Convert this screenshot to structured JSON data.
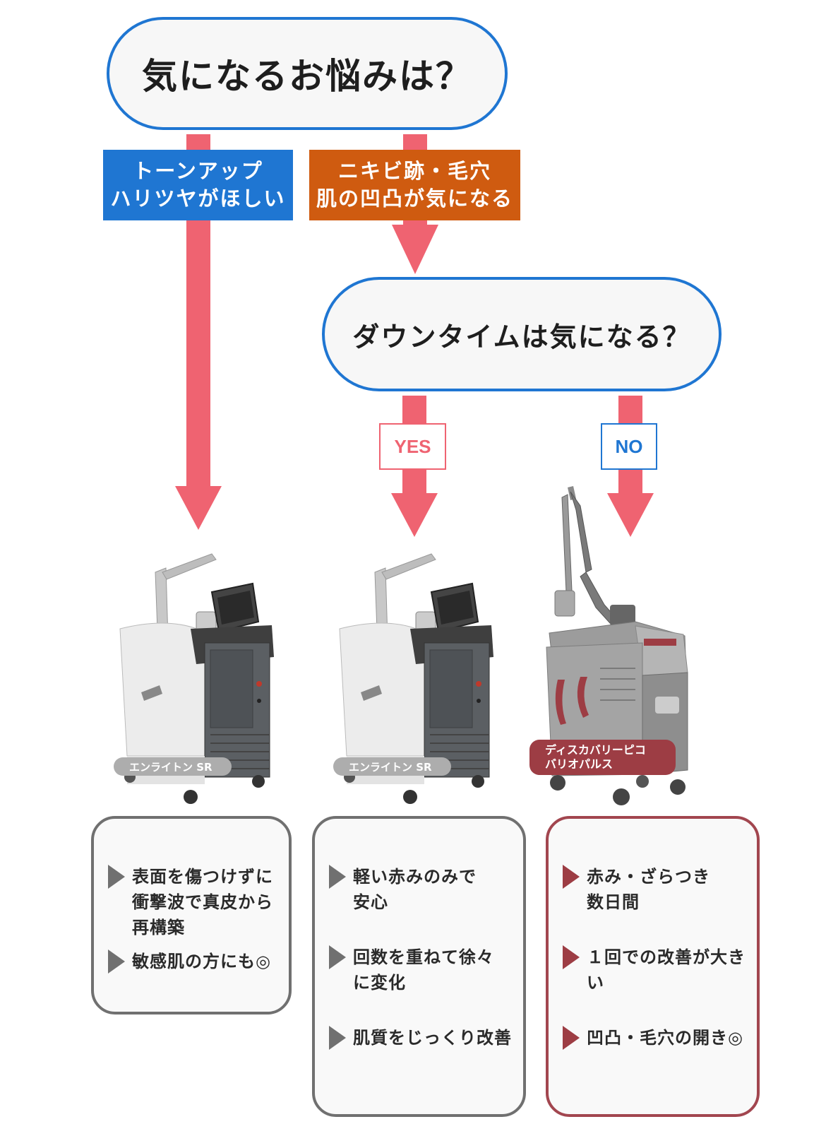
{
  "question_1": "気になるお悩みは？",
  "question_2": "ダウンタイムは気になる？",
  "branch_a": {
    "line1": "トーンアップ",
    "line2": "ハリツヤがほしい",
    "color": "#1f76d2"
  },
  "branch_b": {
    "line1": "ニキビ跡・毛穴",
    "line2": "肌の凹凸が気になる",
    "color": "#cf5b10"
  },
  "yes_label": "YES",
  "no_label": "NO",
  "arrow_color": "#ef6371",
  "machines": [
    {
      "name": "エンライトン SR"
    },
    {
      "name": "エンライトン SR"
    },
    {
      "name_line1": "ディスカバリーピコ",
      "name_line2": "バリオパルス"
    }
  ],
  "cards": [
    {
      "items": [
        "表面を傷つけずに\n衝撃波で真皮から\n再構築",
        "敏感肌の方にも◎"
      ]
    },
    {
      "items": [
        "軽い赤みのみで\n安心",
        "回数を重ねて徐々\nに変化",
        "肌質をじっくり改善"
      ]
    },
    {
      "items": [
        "赤み・ざらつき\n数日間",
        "１回での改善が大きい",
        "凹凸・毛穴の開き◎"
      ]
    }
  ]
}
